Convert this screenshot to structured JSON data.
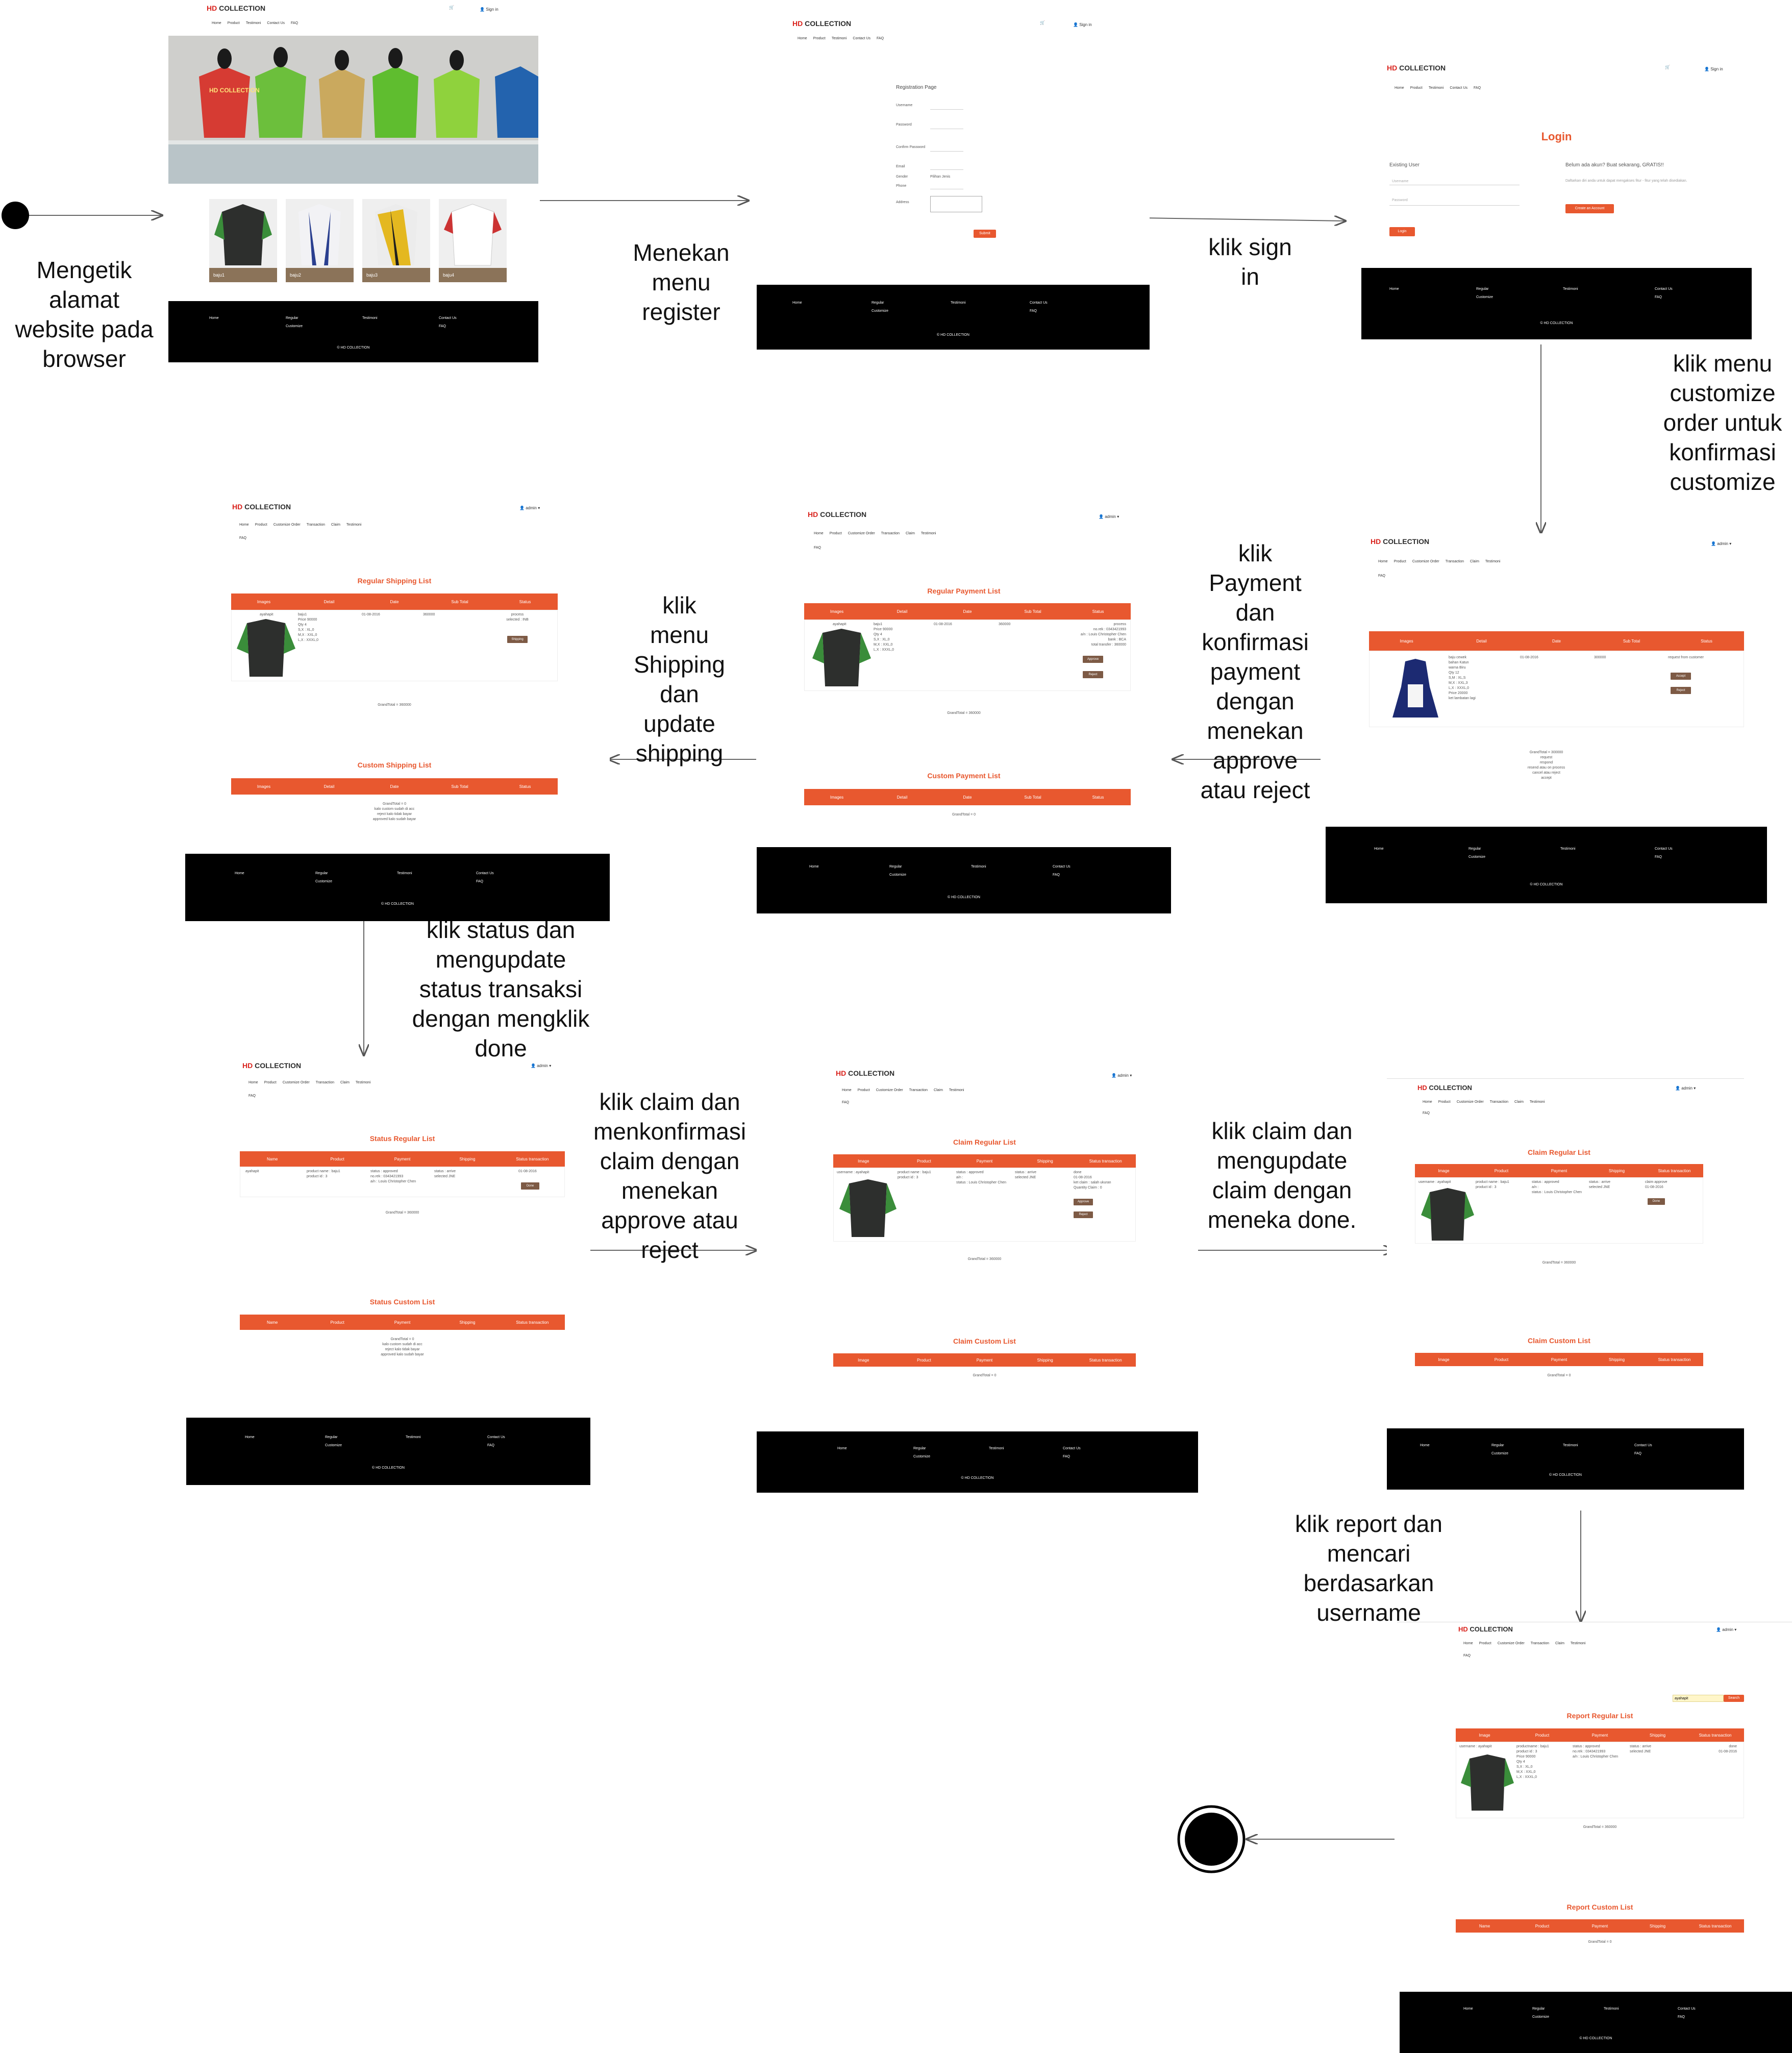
{
  "brand": {
    "hd": "HD",
    "collection": "COLLECTION"
  },
  "captions": {
    "c1": "Mengetik\nalamat\nwebsite pada\nbrowser",
    "c2": "Menekan\nmenu\nregister",
    "c3": "klik sign\nin",
    "c4": "klik menu\ncustomize\norder untuk\nkonfirmasi\ncustomize",
    "c5": "klik\nPayment\ndan\nkonfirmasi\npayment\ndengan\nmenekan\napprove\natau reject",
    "c6": "klik\nmenu\nShipping\ndan\nupdate\nshipping",
    "c7": "klik status dan\nmengupdate\nstatus transaksi\ndengan mengklik\ndone",
    "c8": "klik claim dan\nmenkonfirmasi\nclaim dengan\nmenekan\napprove atau\nreject",
    "c9": "klik claim dan\nmengupdate\nclaim dengan\nmeneka done.",
    "c10": "klik report dan\nmencari\nberdasarkan\nusername"
  },
  "nav_public": [
    "Home",
    "Product",
    "Testimoni",
    "Contact Us",
    "FAQ"
  ],
  "nav_admin": [
    "Home",
    "Product",
    "Customize Order",
    "Transaction",
    "Claim",
    "Testimoni",
    "FAQ"
  ],
  "signin": "Sign in",
  "admin": "admin",
  "footer": {
    "home": "Home",
    "regular": "Regular",
    "customize": "Customize",
    "testimoni": "Testimoni",
    "contact": "Contact Us",
    "faq": "FAQ",
    "copy": "© HD COLLECTION"
  },
  "home": {
    "banner_title": "HD COLLECTION",
    "products": [
      "baju1",
      "baju2",
      "baju3",
      "baju4"
    ]
  },
  "register": {
    "title": "Registration Page",
    "fields": [
      "Username",
      "Password",
      "Confirm Password",
      "Email",
      "Gender",
      "Phone",
      "Address"
    ],
    "gender_value": "Pilihan Jenis",
    "submit": "Submit"
  },
  "login": {
    "title": "Login",
    "existing": "Existing User",
    "username": "Username",
    "password": "Password",
    "login_btn": "Login",
    "new_title": "Belum ada akun? Buat sekarang, GRATIS!!",
    "new_desc": "Daftarkan diri anda untuk dapat mengakses fitur - fitur yang telah disediakan.",
    "create_btn": "Create an Account"
  },
  "table_headers": {
    "list": [
      "Images",
      "Detail",
      "Date",
      "Sub Total",
      "Status"
    ],
    "status": [
      "Name",
      "Product",
      "Payment",
      "Shipping",
      "Status transaction"
    ],
    "claim": [
      "Image",
      "Product",
      "Payment",
      "Shipping",
      "Status transaction"
    ]
  },
  "titles": {
    "regular_shipping": "Regular Shipping List",
    "custom_shipping": "Custom Shipping List",
    "regular_payment": "Regular Payment List",
    "custom_payment": "Custom Payment List",
    "status_regular": "Status Regular List",
    "status_custom": "Status Custom List",
    "claim_regular": "Claim Regular List",
    "claim_custom": "Claim Custom List",
    "report_regular": "Report Regular List",
    "report_custom": "Report Custom List"
  },
  "customize": {
    "detail": "baju cewek\nbahan Katun\nwarna Biru\nQty 12\nS,M : XL,S\nM,X : XXL,3\nL,X : XXXL,0\nPrice 20000\nket lambatan lagi",
    "date": "01-08-2016",
    "subtotal": "300000",
    "status": "request from customer",
    "accept": "Accept",
    "reject": "Reject",
    "grand": "GrandTotal = 300000\nrequest\nrespond\nresend atau on process\ncancel atau reject\naccept"
  },
  "payment": {
    "user": "ayahapit",
    "detail": "baju1\nPrice 90000\nQty 4\nS,X : XL,0\nM,X : XXL,0\nL,X : XXXL,0",
    "date": "01-08-2016",
    "subtotal": "360000",
    "status": "process\nno.rek : 0343421993\na/n : Louis Christopher Chen\nbank : BCA\ntotal transfer : 360000",
    "approve": "Approve",
    "reject": "Reject",
    "grand": "GrandTotal = 360000",
    "custom_grand": "GrandTotal = 0"
  },
  "shipping": {
    "user": "ayahapit",
    "detail": "baju1\nPrice 90000\nQty 4\nS,X : XL,0\nM,X : XXL,0\nL,X : XXXL,0",
    "date": "01-08-2016",
    "subtotal": "360000",
    "status": "process\nselected : INB",
    "button": "Shipping",
    "grand": "GrandTotal = 360000",
    "custom_note": "GrandTotal = 0\nkalo custom sudah di acc\nreject kalo tidak bayar\napproved kalo sudah bayar"
  },
  "status": {
    "name": "ayahapit",
    "product": "product name : baju1\nproduct id : 3",
    "payment": "status : approved\nno.rek : 0343421993\na/n : Louis Christopher Chen",
    "shipping": "status : arrive\nselected JNE",
    "date": "01-08-2016",
    "done": "Done",
    "grand": "GrandTotal = 360000",
    "custom_note": "GrandTotal = 0\nkalo custom sudah di acc\nreject kalo tidak bayar\napproved kalo sudah bayar"
  },
  "claim": {
    "user": "username : ayahapit",
    "product": "product name : baju1\nproduct id : 3",
    "payment": "status : approved\na/n : \nstatus : Louis Christopher Chen",
    "shipping": "status : arrive\nselected JNE",
    "status": "done\n01-08-2016\nket claim : salah ukuran\nQuantity Claim : 0",
    "approve": "Approve",
    "reject": "Reject",
    "grand": "GrandTotal = 360000",
    "custom_grand": "GrandTotal = 0"
  },
  "claim2": {
    "status": "claim approve\n01-08-2016",
    "done": "Done"
  },
  "report": {
    "search_value": "ayahapit",
    "search_btn": "Search",
    "user": "username : ayahapit",
    "product": "productname : baju1\nproduct id : 3\nPrice 90000\nQty 4\nS,X : XL,0\nM,X : XXL,0\nL,X : XXXL,0",
    "payment": "status : approved\nno.rek : 0343421993\na/n : Louis Christopher Chen",
    "shipping": "status : arrive\nselected JNE",
    "status": "done\n01-08-2016",
    "grand": "GrandTotal = 360000",
    "custom_grand": "GrandTotal = 0"
  },
  "colors": {
    "accent": "#e8582f",
    "brown": "#7d5a45",
    "footer": "#000000",
    "brand_red": "#d9221c"
  }
}
